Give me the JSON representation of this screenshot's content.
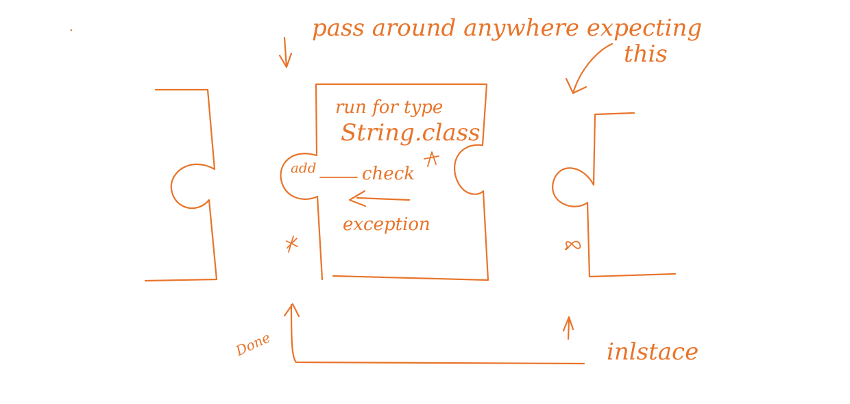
{
  "colors": {
    "ink": "#e8742a",
    "background": "#ffffff"
  },
  "annotations": {
    "top_note_line1": "pass around anywhere expecting",
    "top_note_line2": "this",
    "box_line1": "run for type",
    "box_line2": "String.class",
    "add": "add",
    "check": "check",
    "exception": "exception",
    "done": "Done",
    "inlstace": "inlstace"
  },
  "icons": {
    "down_arrow": "down-arrow-icon",
    "curved_arrow": "curved-arrow-icon",
    "left_arrow": "left-arrow-icon",
    "up_arrow": "up-arrow-icon",
    "asterisk_mark": "asterisk-mark",
    "infinity_mark": "infinity-mark"
  }
}
